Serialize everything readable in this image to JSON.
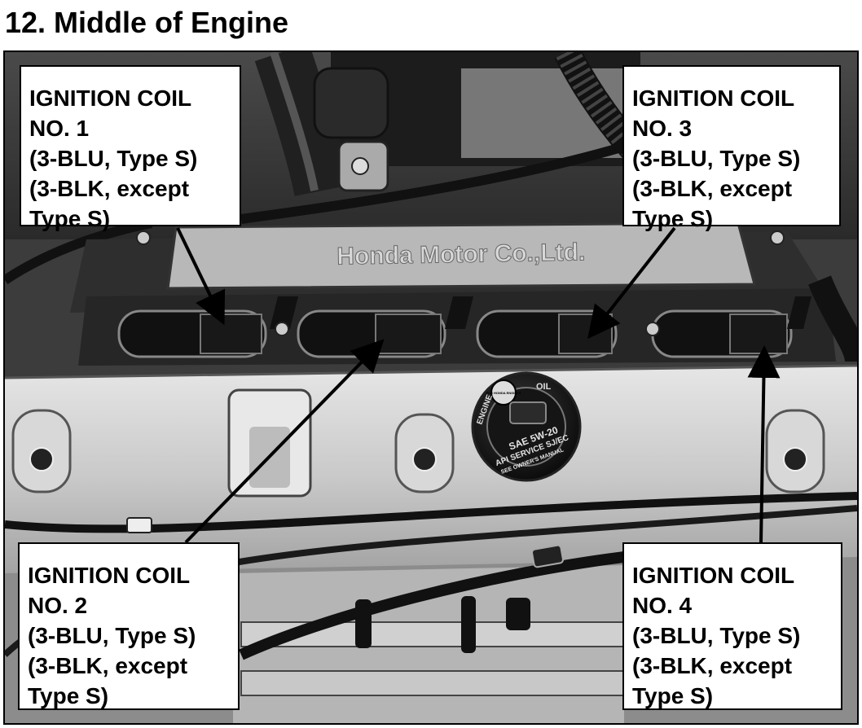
{
  "page_title": "12. Middle of Engine",
  "callouts": {
    "coil1": {
      "lines": [
        "IGNITION COIL",
        "NO. 1",
        "(3-BLU, Type S)",
        "(3-BLK, except",
        "Type S)"
      ]
    },
    "coil2": {
      "lines": [
        "IGNITION COIL",
        "NO. 2",
        "(3-BLU, Type S)",
        "(3-BLK, except",
        "Type S)"
      ]
    },
    "coil3": {
      "lines": [
        "IGNITION COIL",
        "NO. 3",
        "(3-BLU, Type S)",
        "(3-BLK, except",
        "Type S)"
      ]
    },
    "coil4": {
      "lines": [
        "IGNITION COIL",
        "NO. 4",
        "(3-BLU, Type S)",
        "(3-BLK, except",
        "Type S)"
      ]
    }
  },
  "photo": {
    "valve_cover_text": "Honda Motor Co.,Ltd.",
    "oil_cap": {
      "ring_left": "ENGINE",
      "ring_right": "OIL",
      "badge": "FOR HONDA ENGINES",
      "line1": "SAE 5W-20",
      "line2": "API SERVICE SJ/EC",
      "line3": "SEE OWNER'S MANUAL"
    }
  }
}
